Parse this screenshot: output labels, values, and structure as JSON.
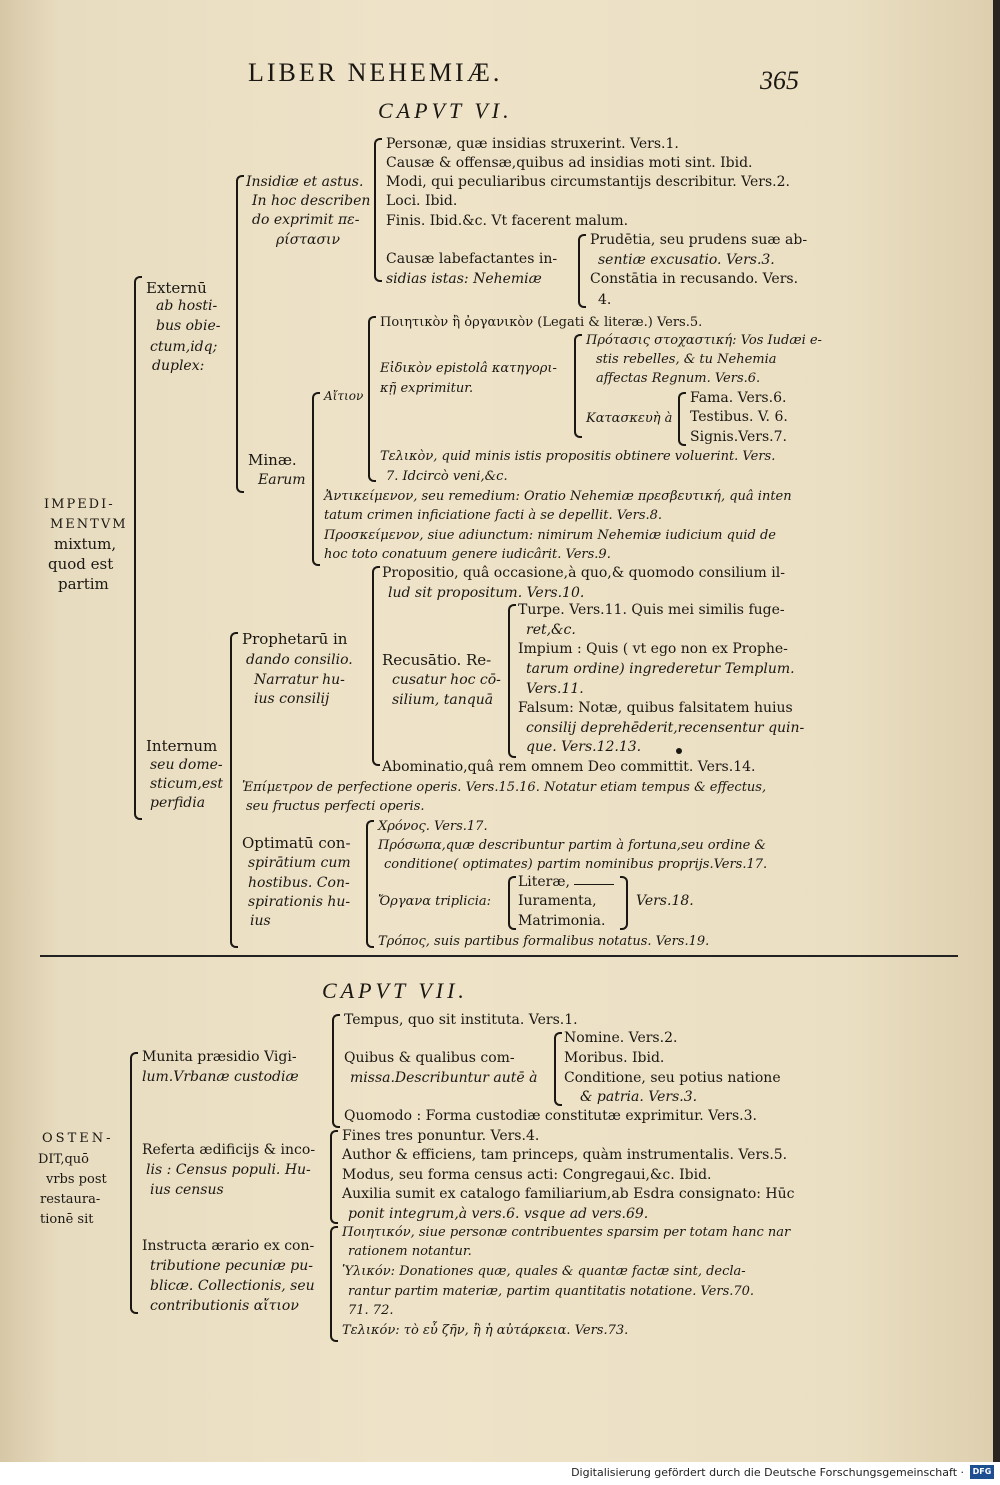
{
  "header": {
    "title": "LIBER NEHEMIÆ.",
    "page_number": "365"
  },
  "cap6": {
    "title": "CAPVT VI.",
    "root": [
      "IMPEDI-",
      "MENTVM",
      "mixtum,",
      "quod est",
      "partim"
    ],
    "externum": [
      "Externū",
      "ab hosti-",
      "bus obie-",
      "ctum,idq;",
      "duplex:"
    ],
    "insidiae": [
      "Insidiæ et astus.",
      "In hoc describen",
      "do exprimit πε-",
      "ρίστασιν"
    ],
    "ins_lines": [
      "Personæ, quæ insidias struxerint. Vers.1.",
      "Causæ & offensæ,quibus ad insidias moti sint. Ibid.",
      "Modi, qui peculiaribus circumstantijs describitur. Vers.2.",
      "Loci. Ibid.",
      "Finis. Ibid.&c. Vt facerent malum."
    ],
    "causae_label": [
      "Causæ labefactantes in-",
      "sidias istas: Nehemiæ"
    ],
    "causae_items": [
      "Prudētia, seu prudens suæ ab-",
      "sentiæ excusatio. Vers.3.",
      "Constātia in recusando. Vers.",
      "4."
    ],
    "minae": [
      "Minæ.",
      "Earum"
    ],
    "aition": "Αἴτιον",
    "poietikon": "Ποιητικὸν ἢ ὀργανικὸν (Legati & literæ.) Vers.5.",
    "eidikon": [
      "Εἰδικὸν epistolâ κατηγορι-",
      "κῇ exprimitur."
    ],
    "protasis": [
      "Πρότασις στοχαστική: Vos Iudæi e-",
      "stis rebelles, & tu Nehemia",
      "affectas Regnum. Vers.6."
    ],
    "kataskeue": "Κατασκευὴ à",
    "fama": [
      "Fama. Vers.6.",
      "Testibus. V. 6.",
      "Signis.Vers.7."
    ],
    "telikon": [
      "Τελικὸν, quid minis istis propositis obtinere voluerint. Vers.",
      "7. Idcircò veni,&c."
    ],
    "antikeimenon": [
      "Ἀντικείμενον, seu remedium: Oratio Nehemiæ πρεσβευτική, quâ inten",
      "tatum crimen inficiatione facti à se depellit. Vers.8."
    ],
    "proskeimenon": [
      "Προσκείμενον, siue adiunctum: nimirum Nehemiæ iudicium quid de",
      "hoc toto conatuum genere iudicârit. Vers.9."
    ],
    "internum": [
      "Internum",
      "seu dome-",
      "sticum,est",
      "perfidia"
    ],
    "prophetarum": [
      "Prophetarū in",
      "dando consilio.",
      "Narratur hu-",
      "ius consilij"
    ],
    "propositio": [
      "Propositio, quâ occasione,à quo,& quomodo consilium il-",
      "lud sit propositum. Vers.10."
    ],
    "recusatio": [
      "Recusātio. Re-",
      "cusatur hoc cō-",
      "silium, tanquā"
    ],
    "turpe": [
      "Turpe. Vers.11. Quis mei similis fuge-",
      "ret,&c."
    ],
    "impium": [
      "Impium : Quis ( vt ego non ex Prophe-",
      "tarum ordine) ingrederetur Templum.",
      "Vers.11."
    ],
    "falsum": [
      "Falsum: Notæ, quibus falsitatem huius",
      "consilij deprehēderit,recensentur quin-",
      "que. Vers.12.13."
    ],
    "abominatio": "Abominatio,quâ rem omnem Deo committit. Vers.14.",
    "epimetron": [
      "Ἐπίμετρον de perfectione operis. Vers.15.16. Notatur etiam tempus & effectus,",
      "seu fructus perfecti operis."
    ],
    "optimatum": [
      "Optimatū con-",
      "spirātium cum",
      "hostibus. Con-",
      "spirationis hu-",
      "ius"
    ],
    "chronos": "Χρόνος. Vers.17.",
    "prosopa": [
      "Πρόσωπα,quæ describuntur partim à fortuna,seu ordine &",
      "conditione( optimates) partim nominibus proprijs.Vers.17."
    ],
    "organa": "Ὄργανα triplicia:",
    "organa_items": [
      "Literæ,",
      "Iuramenta,",
      "Matrimonia."
    ],
    "organa_vers": "Vers.18.",
    "tropos": "Τρόπος, suis partibus formalibus notatus. Vers.19."
  },
  "cap7": {
    "title": "CAPVT VII.",
    "root": [
      "OSTEN-",
      "DIT,quō",
      "vrbs post",
      "restaura-",
      "tionē sit"
    ],
    "munita": [
      "Munita præsidio Vigi-",
      "lum.Vrbanæ custodiæ"
    ],
    "tempus": "Tempus, quo sit instituta. Vers.1.",
    "quibus": [
      "Quibus & qualibus com-",
      "missa.Describuntur autē à"
    ],
    "quibus_items": [
      "Nomine. Vers.2.",
      "Moribus. Ibid.",
      "Conditione, seu potius natione",
      "& patria. Vers.3."
    ],
    "quomodo": "Quomodo : Forma custodiæ constitutæ exprimitur. Vers.3.",
    "referta": [
      "Referta ædificijs & inco-",
      "lis : Census populi. Hu-",
      "ius census"
    ],
    "fines": "Fines tres ponuntur. Vers.4.",
    "author": "Author & efficiens, tam princeps, quàm instrumentalis. Vers.5.",
    "modus": "Modus, seu forma census acti: Congregaui,&c. Ibid.",
    "auxilia": [
      "Auxilia sumit ex catalogo familiarium,ab Esdra consignato: Hūc",
      "ponit integrum,à vers.6. vsque ad vers.69."
    ],
    "instructa": [
      "Instructa ærario ex con-",
      "tributione pecuniæ pu-",
      "blicæ. Collectionis, seu",
      "contributionis αἴτιον"
    ],
    "poietikon7": [
      "Ποιητικόν, siue personæ contribuentes sparsim per totam hanc nar",
      "rationem notantur."
    ],
    "hylikon": [
      "Ὑλικόν: Donationes quæ, quales & quantæ factæ sint, decla-",
      "rantur partim materiæ, partim quantitatis notatione. Vers.70.",
      "71. 72."
    ],
    "telikon7": "Τελικόν: τὸ εὖ ζῆν, ἢ ἡ αὐτάρκεια. Vers.73."
  },
  "footer": {
    "text": "Digitalisierung gefördert durch die Deutsche Forschungsgemeinschaft ·",
    "logo": "DFG"
  }
}
